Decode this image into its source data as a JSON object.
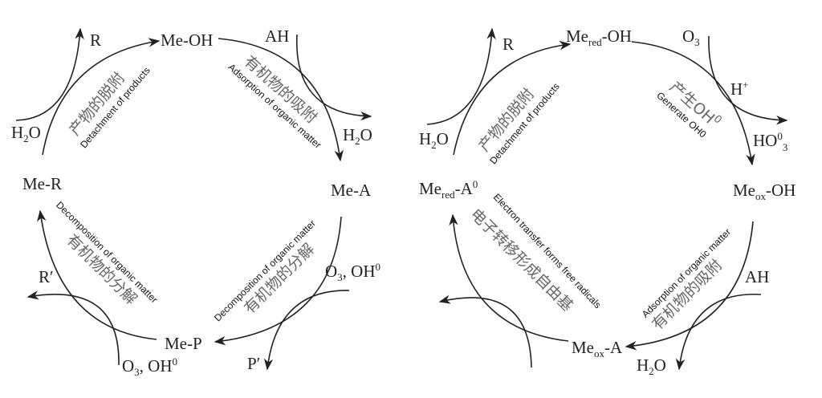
{
  "left": {
    "species": {
      "me_oh": "Me-OH",
      "r": "R",
      "ah": "AH",
      "h2o_right": "H",
      "h2o_left": "H",
      "me_r": "Me-R",
      "me_a": "Me-A",
      "r_prime": "R′",
      "o3_right": "O",
      "oh0_right": ", OH",
      "me_p": "Me-P",
      "o3_bottom": "O",
      "oh0_bottom": ", OH",
      "p_prime": "P′",
      "sub2": "2",
      "sub3": "3",
      "sup0": "0",
      "o": "O"
    },
    "steps": {
      "detachment_cn": "产物的脱附",
      "detachment_en": "Detachment of products",
      "adsorption_cn": "有机物的吸附",
      "adsorption_en": "Adsorption of organic matter",
      "decomp_right_cn": "有机物的分解",
      "decomp_right_en": "Decomposition of organic matter",
      "decomp_left_cn": "有机物的分解",
      "decomp_left_en": "Decomposition of organic matter"
    }
  },
  "right": {
    "species": {
      "me": "Me",
      "red": "red",
      "ox": "ox",
      "oh": "-OH",
      "a0": "-A",
      "a": "-A",
      "r": "R",
      "o3": "O",
      "h_plus": "H",
      "plus": "+",
      "ho3": "HO",
      "h2o_left": "H",
      "h2o_bottom": "H",
      "ah": "AH",
      "sub2": "2",
      "sub3": "3",
      "sup0": "0",
      "o": "O"
    },
    "steps": {
      "detachment_cn": "产物的脱附",
      "detachment_en": "Detachment of products",
      "generate_cn": "产生OH",
      "generate_sup": "0",
      "generate_en": "Generate OH0",
      "electron_cn": "电子转移形成自由基",
      "electron_en": "Electron transfer forms free radicals",
      "adsorption_cn": "有机物的吸附",
      "adsorption_en": "Adsorption of organic matter"
    }
  }
}
